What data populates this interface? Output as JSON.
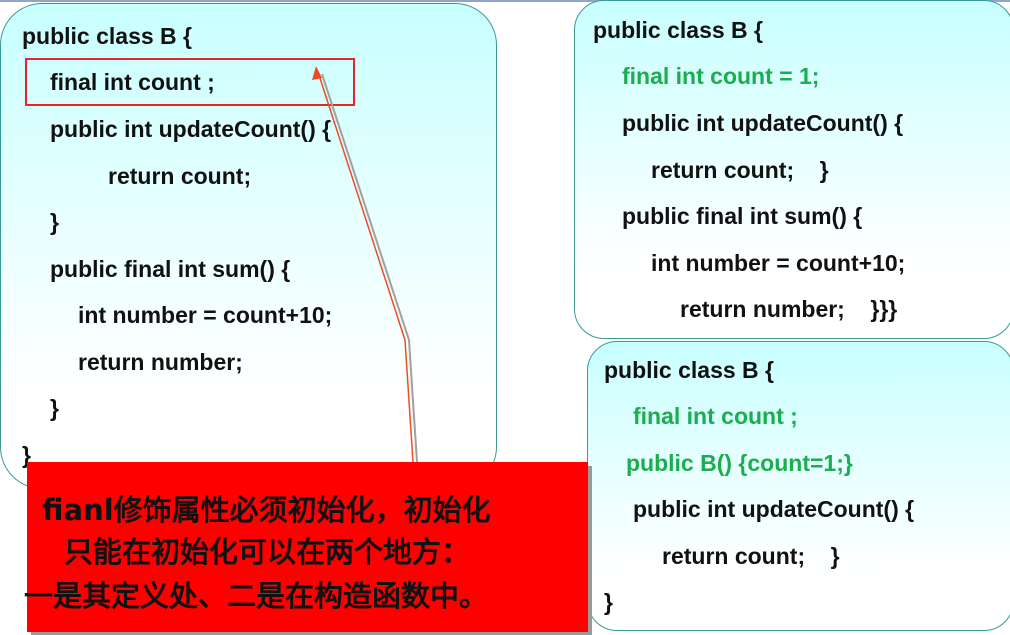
{
  "left_code": {
    "lines": [
      "public class B {",
      "final int count ;",
      "public int updateCount() {",
      "return count;",
      "}",
      "public final int sum() {",
      "int number = count+10;",
      "return number;",
      "}",
      "}"
    ]
  },
  "right_top_code": {
    "lines": [
      "public class B {",
      "final int count = 1;",
      "public int updateCount() {",
      "return count;    }",
      "public final int sum() {",
      "int number = count+10;",
      "return number;    }}}"
    ]
  },
  "right_bottom_code": {
    "lines": [
      "public class B {",
      "final int count ;",
      "public B() {count=1;}",
      "public int updateCount() {",
      "return count;    }",
      "}"
    ]
  },
  "note": {
    "lines": [
      "fianl修饰属性必须初始化，初始化",
      "只能在初始化可以在两个地方：",
      "一是其定义处、二是在构造函数中。"
    ]
  },
  "colors": {
    "highlight_green": "#1aae4e",
    "note_red": "#ff0000",
    "box_fill": "#c8ffff"
  }
}
